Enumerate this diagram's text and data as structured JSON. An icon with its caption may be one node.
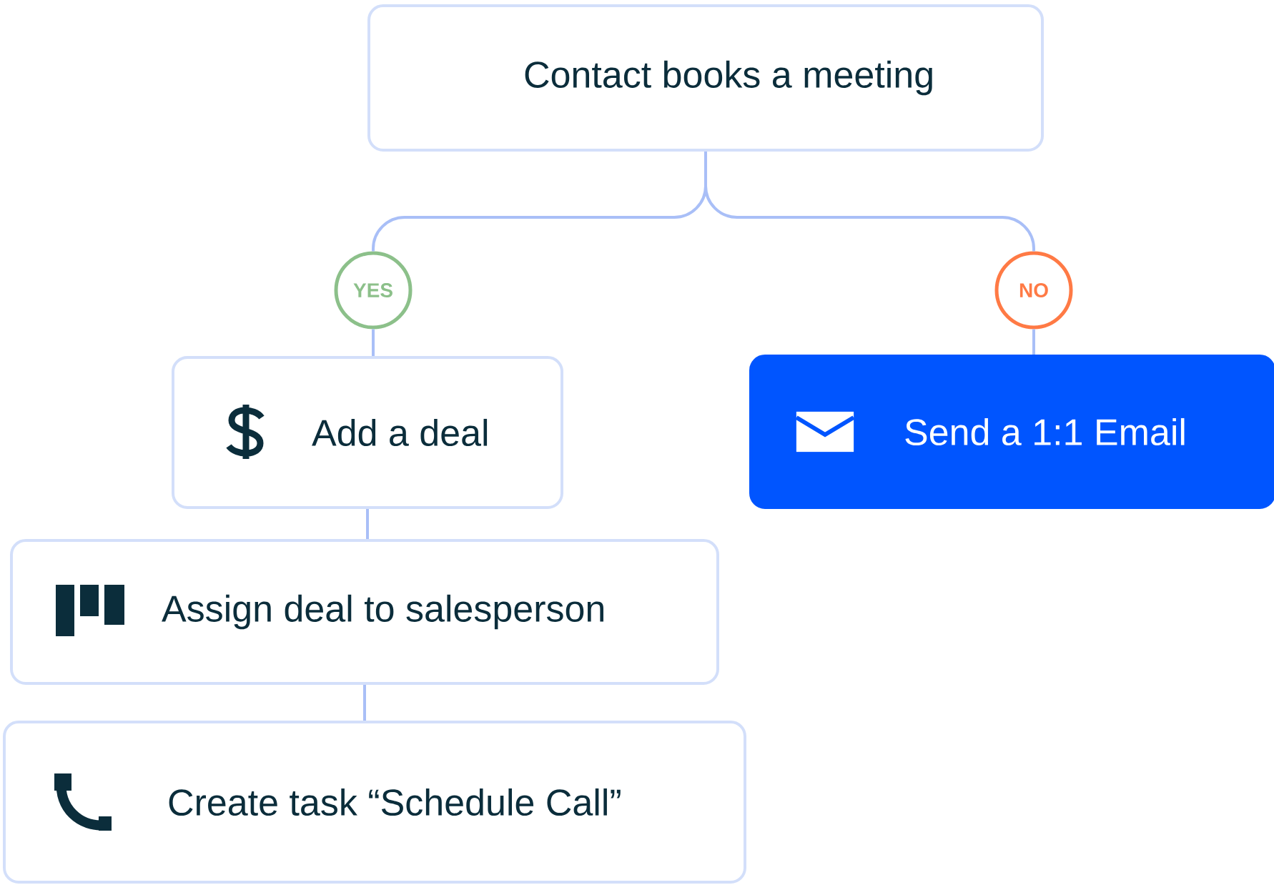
{
  "diagram": {
    "nodes": [
      {
        "text": [
          "Contact books a meeting"
        ]
      },
      {
        "text": [
          "YES"
        ]
      },
      {
        "text": [
          "NO"
        ]
      },
      {
        "text": [
          "Add a deal"
        ]
      },
      {
        "text": [
          "Send a 1:1 Email"
        ]
      },
      {
        "text": [
          "Assign deal to salesperson"
        ]
      },
      {
        "text": [
          "Create task “Schedule Call”"
        ]
      }
    ],
    "edges": [
      {
        "from": 0,
        "to": 1,
        "arrow": "none"
      },
      {
        "from": 1,
        "to": 3,
        "arrow": "none"
      },
      {
        "from": 0,
        "to": 2,
        "arrow": "none"
      },
      {
        "from": 2,
        "to": 4,
        "arrow": "none"
      },
      {
        "from": 3,
        "to": 5,
        "arrow": "none"
      },
      {
        "from": 5,
        "to": 6,
        "arrow": "none"
      }
    ]
  }
}
